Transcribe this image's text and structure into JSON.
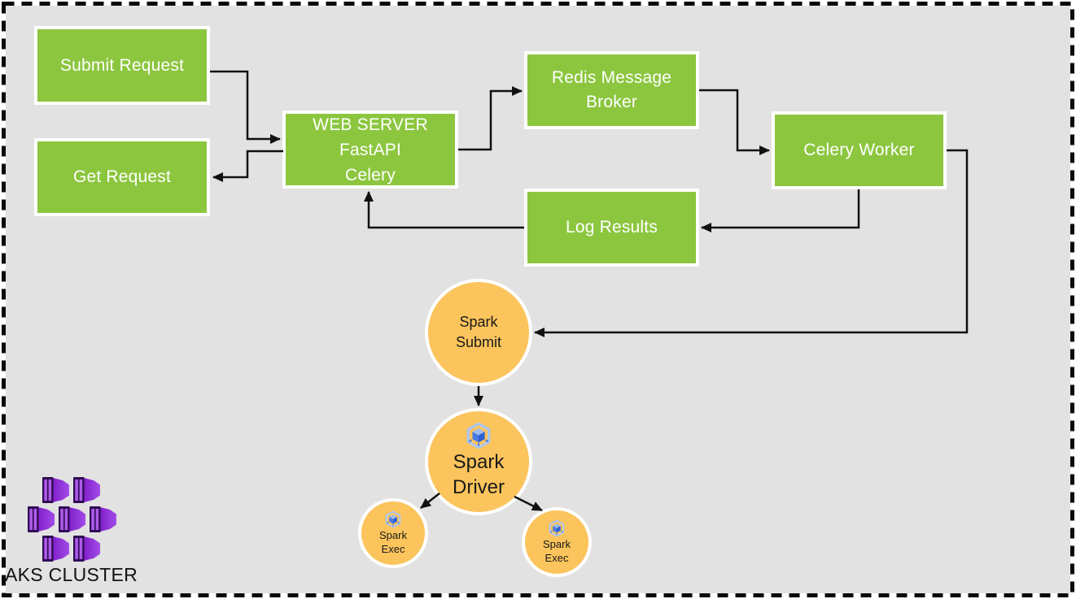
{
  "colors": {
    "background": "#e2e2e2",
    "box_green": "#8cc63f",
    "circle_orange": "#fbc45c",
    "node_border_white": "#ffffff",
    "arrow_black": "#111111",
    "aks_purple_frame": "#2e0b54",
    "aks_purple_panel": "#ae5bea",
    "aks_purple_body": "#8b30d9",
    "spark_icon_blue": "#3e6fdd",
    "spark_icon_light_blue": "#abc6f2"
  },
  "cluster": {
    "label": "AKS CLUSTER"
  },
  "nodes": {
    "submit_request": {
      "label": "Submit Request"
    },
    "get_request": {
      "label": "Get Request"
    },
    "web_server": {
      "lines": [
        "WEB SERVER",
        "FastAPI",
        "Celery"
      ]
    },
    "redis_broker": {
      "lines": [
        "Redis Message",
        "Broker"
      ]
    },
    "celery_worker": {
      "label": "Celery Worker"
    },
    "log_results": {
      "label": "Log Results"
    },
    "spark_submit": {
      "lines": [
        "Spark",
        "Submit"
      ]
    },
    "spark_driver": {
      "lines": [
        "Spark",
        "Driver"
      ]
    },
    "spark_exec_1": {
      "lines": [
        "Spark",
        "Exec"
      ]
    },
    "spark_exec_2": {
      "lines": [
        "Spark",
        "Exec"
      ]
    }
  }
}
